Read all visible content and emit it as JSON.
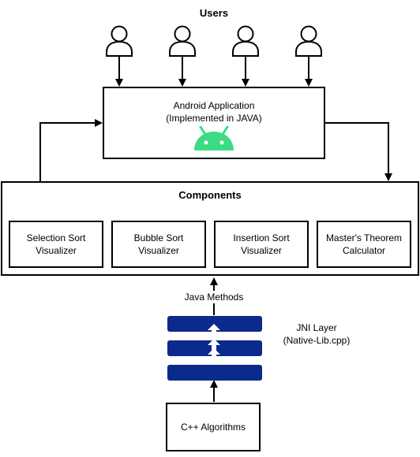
{
  "users_title": "Users",
  "app": {
    "line1": "Android Application",
    "line2": "(Implemented in JAVA)",
    "logo_color": "#3DDC84"
  },
  "components": {
    "title": "Components",
    "items": [
      {
        "line1": "Selection Sort",
        "line2": "Visualizer"
      },
      {
        "line1": "Bubble Sort",
        "line2": "Visualizer"
      },
      {
        "line1": "Insertion Sort",
        "line2": "Visualizer"
      },
      {
        "line1": "Master's Theorem",
        "line2": "Calculator"
      }
    ]
  },
  "java_methods_label": "Java Methods",
  "jni": {
    "line1": "JNI Layer",
    "line2": "(Native-Lib.cpp)",
    "color": "#0A2A8C"
  },
  "cpp_label": "C++ Algorithms",
  "icons": [
    "user-icon",
    "android-logo-icon",
    "jni-layer-stack-icon"
  ]
}
